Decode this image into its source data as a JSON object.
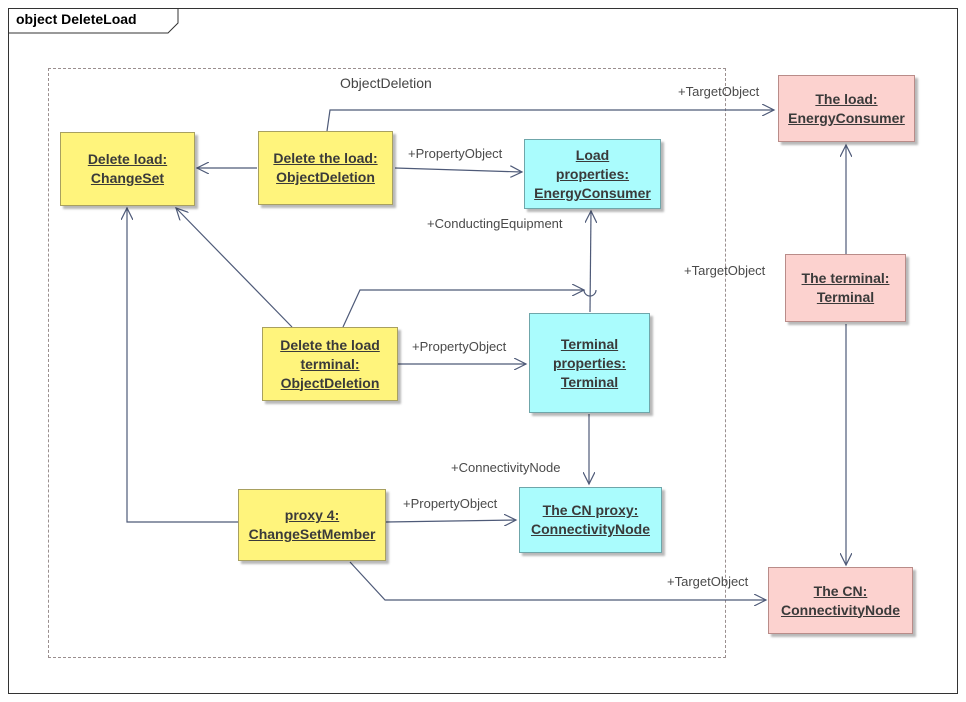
{
  "frame": {
    "title": "object DeleteLoad"
  },
  "package": {
    "label": "ObjectDeletion"
  },
  "nodes": {
    "delete_load": {
      "line1": "Delete load:",
      "line2": "ChangeSet"
    },
    "delete_the_load": {
      "line1": "Delete the load:",
      "line2": "ObjectDeletion"
    },
    "load_properties": {
      "line1": "Load",
      "line2": "properties:",
      "line3": "EnergyConsumer"
    },
    "the_load": {
      "line1": "The load:",
      "line2": "EnergyConsumer"
    },
    "the_terminal": {
      "line1": "The terminal:",
      "line2": "Terminal"
    },
    "delete_terminal": {
      "line1": "Delete the load",
      "line2": "terminal:",
      "line3": "ObjectDeletion"
    },
    "terminal_properties": {
      "line1": "Terminal",
      "line2": "properties:",
      "line3": "Terminal"
    },
    "proxy4": {
      "line1": "proxy 4:",
      "line2": "ChangeSetMember"
    },
    "cn_proxy": {
      "line1": "The CN proxy:",
      "line2": "ConnectivityNode"
    },
    "the_cn": {
      "line1": "The CN:",
      "line2": "ConnectivityNode"
    }
  },
  "roles": {
    "target1": "+TargetObject",
    "property1": "+PropertyObject",
    "conducting": "+ConductingEquipment",
    "target2": "+TargetObject",
    "property2": "+PropertyObject",
    "connectivity": "+ConnectivityNode",
    "property3": "+PropertyObject",
    "target3": "+TargetObject"
  },
  "colors": {
    "change_item": "#fff47c",
    "property_object": "#aafcfd",
    "target_object": "#fcd2cf",
    "connector": "#4e5a78"
  }
}
